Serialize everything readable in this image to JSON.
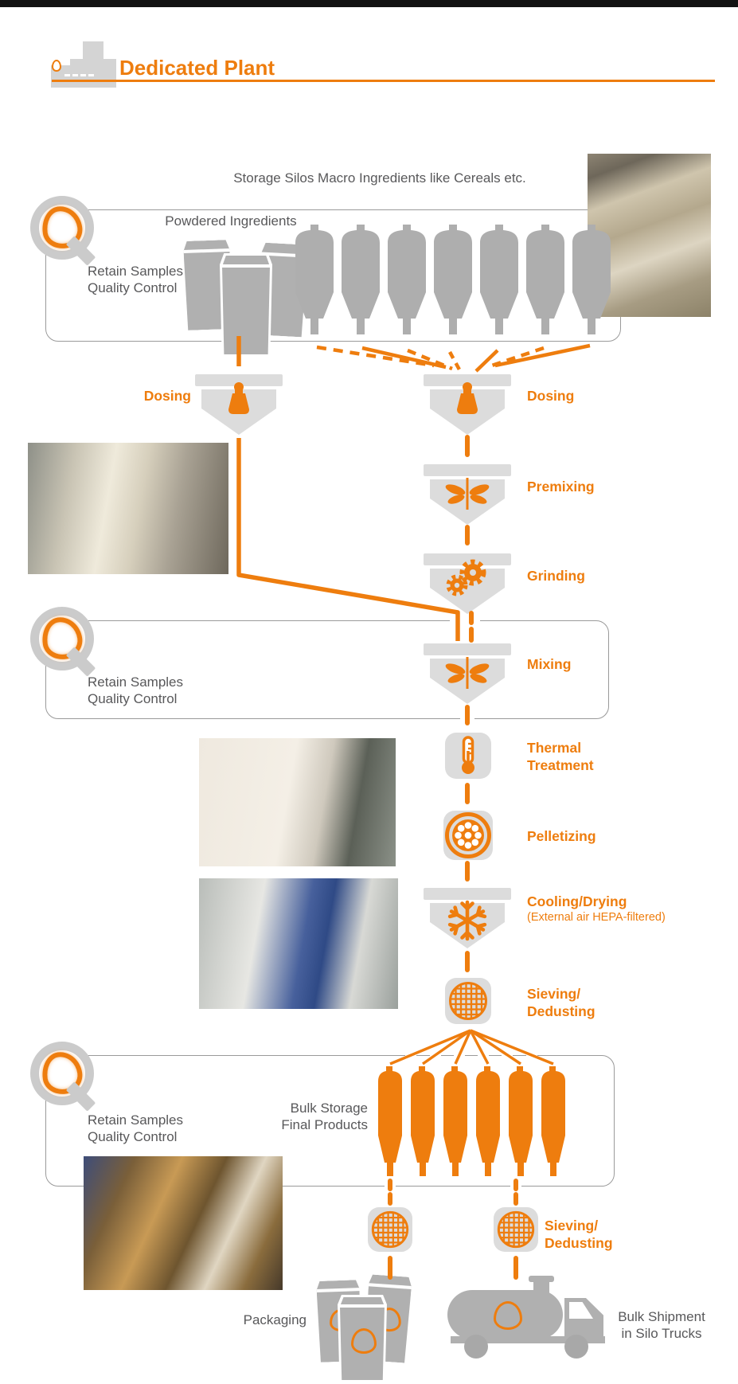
{
  "header": {
    "title": "Dedicated Plant"
  },
  "colors": {
    "accent": "#EE7D0E",
    "icon_gray": "#AEAEAE",
    "panel_gray": "#DCDCDC",
    "text_gray": "#58585A",
    "border_gray": "#9A9A9A",
    "topbar": "#121212"
  },
  "labels": {
    "storage_silos": "Storage Silos Macro Ingredients like Cereals etc.",
    "powdered": "Powdered Ingredients",
    "qc1": "Retain Samples",
    "qc2": "Quality Control",
    "dosing_left": "Dosing",
    "dosing_right": "Dosing",
    "premixing": "Premixing",
    "grinding": "Grinding",
    "mixing": "Mixing",
    "thermal1": "Thermal",
    "thermal2": "Treatment",
    "pelletizing": "Pelletizing",
    "cooling1": "Cooling/Drying",
    "cooling2": "(External air HEPA-filtered)",
    "sieving1": "Sieving/",
    "sieving2": "Dedusting",
    "bulk1": "Bulk Storage",
    "bulk2": "Final Products",
    "sieving_b1": "Sieving/",
    "sieving_b2": "Dedusting",
    "packaging": "Packaging",
    "ship1": "Bulk Shipment",
    "ship2": "in Silo Trucks"
  }
}
